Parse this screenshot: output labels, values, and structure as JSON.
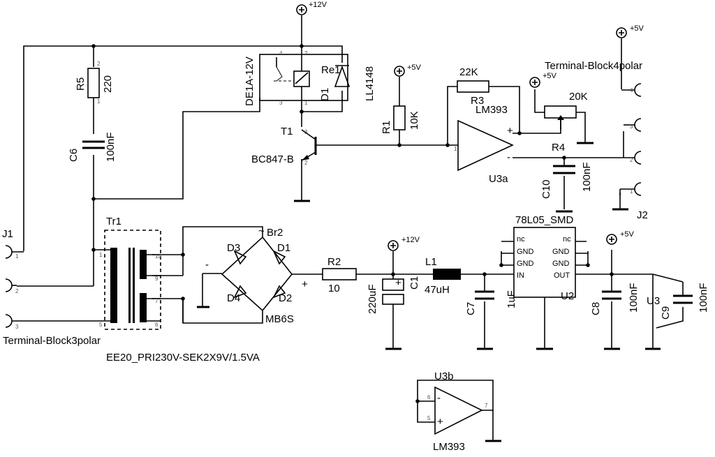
{
  "supplies": {
    "v12": "+12V",
    "v5": "+5V"
  },
  "relay": {
    "name": "DE1A-12V",
    "ref": "Re1"
  },
  "diode1": {
    "ref": "D1",
    "value": "LL4148"
  },
  "transistor": {
    "ref": "T1",
    "value": "BC847-B"
  },
  "r1": {
    "ref": "R1",
    "value": "10K"
  },
  "r2": {
    "ref": "R2",
    "value": "10"
  },
  "r3": {
    "ref": "R3",
    "value": "22K"
  },
  "r4": {
    "ref": "R4",
    "value": "20K"
  },
  "r5": {
    "ref": "R5",
    "value": "220"
  },
  "c1": {
    "ref": "C1",
    "value": "220uF"
  },
  "c6": {
    "ref": "C6",
    "value": "100nF"
  },
  "c7": {
    "ref": "C7",
    "value": "1uF"
  },
  "c8": {
    "ref": "C8",
    "value": "100nF"
  },
  "c9": {
    "ref": "C9",
    "value": "100nF"
  },
  "c10": {
    "ref": "C10",
    "value": "100nF"
  },
  "l1": {
    "ref": "L1",
    "value": "47uH"
  },
  "opamp_a": {
    "ref": "U3a",
    "part": "LM393"
  },
  "opamp_b": {
    "ref": "U3b",
    "part": "LM393"
  },
  "u3": {
    "ref": "U3"
  },
  "regulator": {
    "part": "78L05_SMD",
    "ref": "U2",
    "pins": {
      "nc": "nc",
      "gnd": "GND",
      "in": "IN",
      "out": "OUT"
    }
  },
  "transformer": {
    "ref": "Tr1",
    "part": "EE20_PRI230V-SEK2X9V/1.5VA"
  },
  "bridge": {
    "ref": "Br2",
    "part": "MB6S",
    "diodes": [
      "D3",
      "D1",
      "D4",
      "D2"
    ],
    "plus": "+",
    "minus": "-",
    "tilde": "~"
  },
  "connectors": {
    "j1": "J1",
    "j1_part": "Terminal-Block3polar",
    "j2": "J2",
    "j2_part": "Terminal-Block4polar"
  }
}
